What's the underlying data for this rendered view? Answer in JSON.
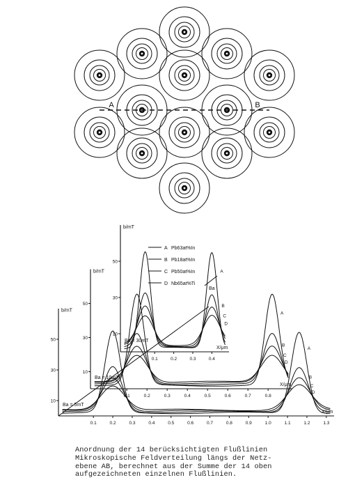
{
  "lattice": {
    "label_a": "A",
    "label_b": "B",
    "flux_line_count": 14
  },
  "plot": {
    "y_unit": "b/mT",
    "x_unit": "X/μm",
    "legend": [
      {
        "letter": "A",
        "label": "Pb63at%In"
      },
      {
        "letter": "B",
        "label": "Pb18at%In"
      },
      {
        "letter": "C",
        "label": "Pb50at%In"
      },
      {
        "letter": "D",
        "label": "Nb65at%Ti"
      }
    ],
    "ba_axis_label": "Ba",
    "panels": [
      {
        "field_label": "Ba = 5mT",
        "y_ticks": [
          "10",
          "30",
          "50"
        ],
        "x_ticks": [
          "0.1",
          "0.2",
          "0.3",
          "0.4",
          "0.5",
          "0.6",
          "0.7",
          "0.8",
          "0.9",
          "1.0",
          "1.1",
          "1.2",
          "1.3"
        ]
      },
      {
        "field_label": "Ba = 10mT",
        "y_ticks": [
          "10",
          "30",
          "50"
        ],
        "x_ticks": [
          "0.1",
          "0.2",
          "0.3",
          "0.4",
          "0.5",
          "0.6",
          "0.7",
          "0.8"
        ]
      },
      {
        "field_label": "Ba = 30mT",
        "y_ticks": [
          "10",
          "30",
          "50"
        ],
        "x_ticks": [
          "0.1",
          "0.2",
          "0.3",
          "0.4"
        ]
      }
    ],
    "curve_letters": [
      "A",
      "B",
      "C",
      "D"
    ]
  },
  "caption": {
    "lines": [
      "Anordnung der 14 berücksichtigten Flußlinien",
      "Mikroskopische Feldverteilung längs der Netz-",
      "ebene AB, berechnet aus der Summe der 14 oben",
      "aufgezeichneten einzelnen Flußlinien."
    ]
  }
}
